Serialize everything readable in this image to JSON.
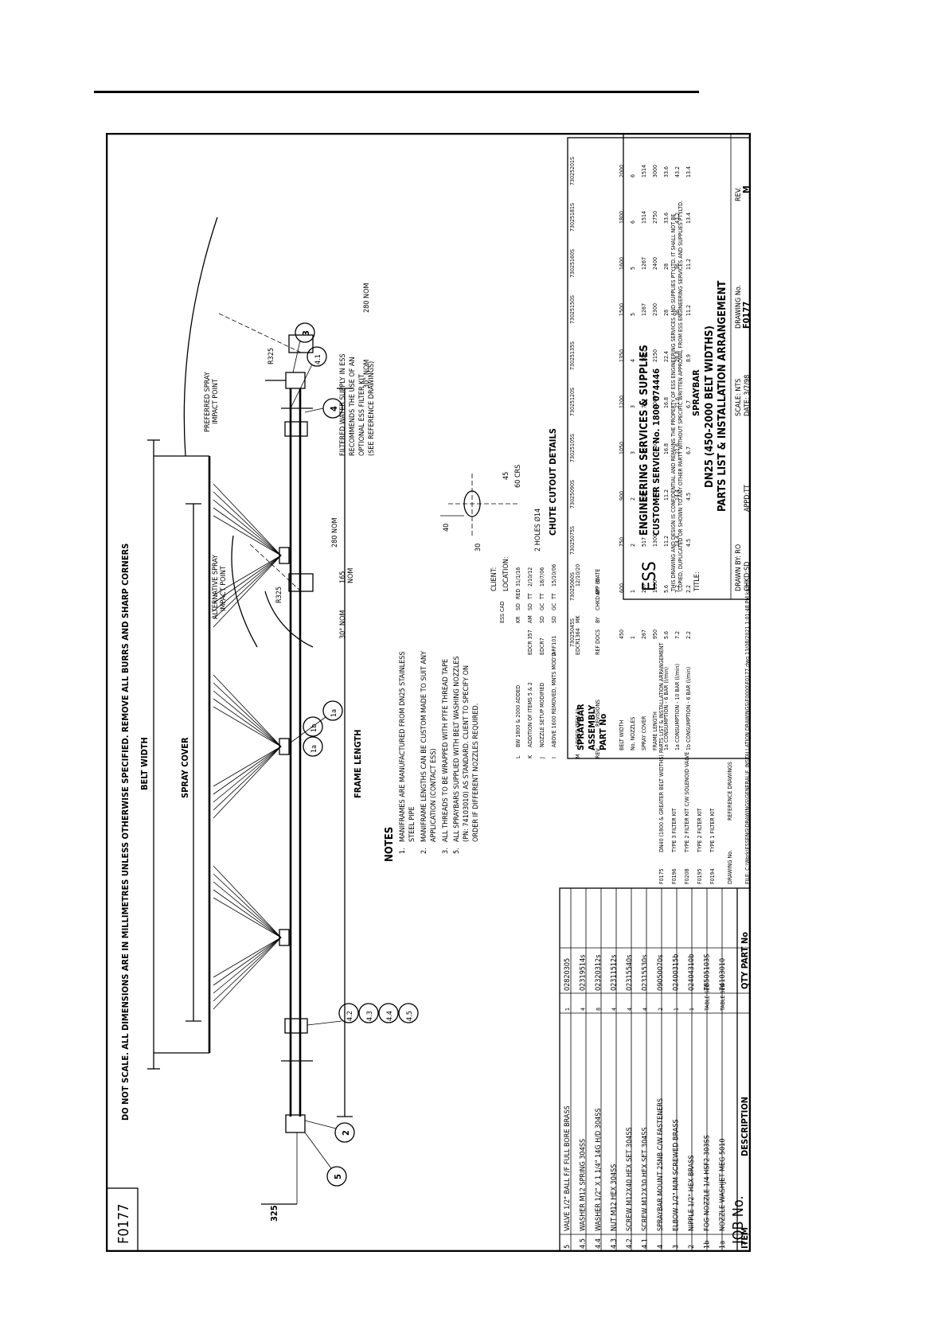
{
  "top_note": "DO NOT SCALE.   ALL DIMENSIONS ARE IN MILLIMETRES UNLESS OTHERWISE SPECIFIED.   REMOVE ALL BURRS AND SHARP CORNERS",
  "drawing_id_box": "F0177",
  "dims": {
    "belt_width": "BELT WIDTH",
    "spray_cover": "SPRAY COVER",
    "frame_length": "FRAME LENGTH",
    "d325": "325"
  },
  "balloons": {
    "b5": "5",
    "b2": "2",
    "b42": "4.2",
    "b43": "4.3",
    "b44": "4.4",
    "b45": "4.5",
    "b1a1": "1a",
    "b1b": "1b",
    "b1a2": "1a",
    "b4": "4",
    "b41": "4.1",
    "b3": "3"
  },
  "filter_note": [
    "FILTERED WATER SUPPLY IN ESS",
    "RECOMMENDS THE USE OF AN",
    "OPTIONAL ESS FILTER KIT",
    "(SEE REFERENCE DRAWINGS)"
  ],
  "notes": {
    "title": "NOTES",
    "items": [
      {
        "n": "1.",
        "lines": [
          "MANIFRAMES ARE MANUFACTURED FROM DN25 STAINLESS",
          "STEEL PIPE"
        ]
      },
      {
        "n": "2.",
        "lines": [
          "MANIFRAME LENGTHS CAN BE CUSTOM MADE TO SUIT ANY",
          "APPLICATION (CONTACT ESS)"
        ]
      },
      {
        "n": "3.",
        "lines": [
          "ALL THREADS TO BE WRAPPED WITH PTFE THREAD TAPE"
        ]
      },
      {
        "n": "5.",
        "lines": [
          "ALL SPRAYBARS SUPPLIED WITH BELT WASHING NOZZLES",
          "(PN: 74103010) AS STANDARD. CLIENT TO SPECIFY ON",
          "ORDER IF DIFFERENT NOZZLES REQUIRED."
        ]
      }
    ]
  },
  "detail_labels": {
    "alt": [
      "ALTERNATIVE SPRAY",
      "IMPACT POINT"
    ],
    "pref": [
      "PREFERRED SPRAY",
      "IMPACT POINT"
    ],
    "r325": "R325",
    "nom30": "30° NOM",
    "nom165": "165",
    "nom165b": "NOM",
    "nom280": "280 NOM",
    "chute": "CHUTE CUTOUT DETAILS",
    "holes": "2 HOLES Ø14",
    "d40": "40",
    "d30": "30",
    "d45": "45",
    "d60": "60 CRS"
  },
  "spraybar_table": {
    "header_lines": [
      "SPRAYBAR",
      "ASSEMBLY",
      "PART No"
    ],
    "part_nos": [
      "73025045S",
      "73025060S",
      "73025075S",
      "73025090S",
      "73025105S",
      "73025120S",
      "73025135S",
      "73025150S",
      "73025160S",
      "73025181S",
      "73025201S"
    ],
    "rows": [
      {
        "label": "BELT WIDTH",
        "values": [
          "450",
          "600",
          "750",
          "900",
          "1050",
          "1200",
          "1350",
          "1500",
          "1600",
          "1800",
          "2000"
        ]
      },
      {
        "label": "No. NOZZLES",
        "values": [
          "1",
          "1",
          "2",
          "2",
          "3",
          "3",
          "4",
          "5",
          "5",
          "6",
          "6"
        ]
      },
      {
        "label": "SPRAY COVER",
        "values": [
          "267",
          "267",
          "517",
          "517",
          "767",
          "767",
          "1017",
          "1267",
          "1267",
          "1514",
          "1514"
        ]
      },
      {
        "label": "FRAME LENGTH",
        "values": [
          "950",
          "1150",
          "1300",
          "1550",
          "1750",
          "2000",
          "2150",
          "2300",
          "2400",
          "2750",
          "3000"
        ]
      },
      {
        "label": "1a CONSUMPTION - 6 BAR (l/min)",
        "values": [
          "5.6",
          "5.6",
          "11.2",
          "11.2",
          "16.8",
          "16.8",
          "22.4",
          "28",
          "28",
          "33.6",
          "33.6"
        ]
      },
      {
        "label": "1a CONSUMPTION - 10 BAR (l/min)",
        "values": [
          "7.2",
          "7.2",
          "14.4",
          "14.4",
          "21.6",
          "21.6",
          "28.8",
          "36",
          "36",
          "43.2",
          "43.2"
        ]
      },
      {
        "label": "1b CONSUMPTION - 6 BAR (l/min)",
        "values": [
          "2.2",
          "2.2",
          "4.5",
          "4.5",
          "6.7",
          "6.7",
          "8.9",
          "11.2",
          "11.2",
          "13.4",
          "13.4"
        ]
      }
    ]
  },
  "parts_list": {
    "items": [
      {
        "item": "5",
        "desc": "VALVE 1/2\" BALL F/F FULL BORE BRASS",
        "qty": "1",
        "part": "02820305"
      },
      {
        "item": "4.5",
        "desc": "WASHER M12 SPRING 304SS",
        "qty": "4",
        "part": "02319514s"
      },
      {
        "item": "4.4",
        "desc": "WASHER 1/2\" X 1 1/4\" 14G H/D 304SS",
        "qty": "8",
        "part": "02320312s"
      },
      {
        "item": "4.3",
        "desc": "NUT M12 HEX 304SS",
        "qty": "4",
        "part": "02311512s"
      },
      {
        "item": "4.2",
        "desc": "SCREW M12X40 HEX SET 304SS",
        "qty": "4",
        "part": "02315540s"
      },
      {
        "item": "4.1",
        "desc": "SCREW M12X30 HEX SET 304SS",
        "qty": "4",
        "part": "02315530s"
      },
      {
        "item": "4",
        "desc": "SPRAYBAR MOUNT 25NB C/W FASTENERS",
        "qty": "2",
        "part": "09050070s"
      },
      {
        "item": "3",
        "desc": "ELBOW 1/2\" M/M SCREWED BRASS",
        "qty": "1",
        "part": "02400315b"
      },
      {
        "item": "2",
        "desc": "NIPPLE 1/2\" HEX BRASS",
        "qty": "1",
        "part": "02404310b"
      },
      {
        "item": "1b",
        "desc": "FOG NOZZLE 1/4 HSF2-303SS",
        "qty": "TABLE SEE",
        "part": "78505103S"
      },
      {
        "item": "1a",
        "desc": "NOZZLE WASHJET MEG 5010",
        "qty": "TABLE SEE",
        "part": "74103010"
      }
    ],
    "header": {
      "item": "ITEM",
      "desc": "DESCRIPTION",
      "qty": "QTY",
      "part": "PART No"
    }
  },
  "ref_drawings": {
    "rows": [
      {
        "no": "F0175",
        "title": "DN40 (1800 & GREATER BELT WIDTHS) PARTS LIST & INSTALLATION ARRANGEMENT"
      },
      {
        "no": "F0196",
        "title": "TYPE 3 FILTER KIT"
      },
      {
        "no": "F0208",
        "title": "TYPE 2 FILTER KIT C/W SOLENOID VALVE"
      },
      {
        "no": "F0195",
        "title": "TYPE 2 FILTER KIT"
      },
      {
        "no": "F0194",
        "title": "TYPE 1 FILTER KIT"
      }
    ],
    "header": {
      "no": "DRAWING No.",
      "title": "REFERENCE DRAWINGS"
    },
    "file": "FILE: C:\\Work\\ESSENG\\DRAWINGS\\GENERAL\\F_INSTALLATION DRAWINGS\\F0000\\F0177.dwg  13/08/2021 1:01:48 PM  kate"
  },
  "job_no": "JOB No.",
  "cad_badge": "ESS CAD",
  "client_label": "CLIENT:",
  "location_label": "LOCATION:",
  "revisions": {
    "rows": [
      {
        "rev": "L",
        "desc": "BW 1800 & 2000 ADDED",
        "ref": "",
        "by": "KR",
        "chkd": "SD",
        "appd": "RED",
        "date": "31/1/16"
      },
      {
        "rev": "K",
        "desc": "ADDITION OF ITEMS 5 & 2",
        "ref": "EDCR 357",
        "by": "AM",
        "chkd": "SD",
        "appd": "TT",
        "date": "2/10/12"
      },
      {
        "rev": "J",
        "desc": "NOZZLE SETUP MODIFIED",
        "ref": "EDCR7",
        "by": "SD",
        "chkd": "GC",
        "appd": "TT",
        "date": "18/7/06"
      },
      {
        "rev": "I",
        "desc": "ABOVE 1600 REMOVED, MNTS MOD'D",
        "ref": "ARF101",
        "by": "SD",
        "chkd": "GC",
        "appd": "TT",
        "date": "15/10/06"
      },
      {
        "rev": "",
        "desc": "",
        "ref": "",
        "by": "",
        "chkd": "",
        "appd": "",
        "date": ""
      },
      {
        "rev": "M",
        "desc": "ADDED ITEM 1b",
        "ref": "EDCR1364",
        "by": "MK",
        "chkd": "",
        "appd": "",
        "date": "12/10/20"
      }
    ],
    "header": {
      "rev": "REV",
      "desc": "REVISIONS",
      "ref": "REF DOCS",
      "by": "BY",
      "chkd": "CHKD BY",
      "appd": "APP BY",
      "date": "DATE"
    }
  },
  "company": {
    "logo": "ESS",
    "name": "ENGINEERING SERVICES & SUPPLIES",
    "service": "CUSTOMER SERVICE No. 1800 074446",
    "confidential1": "THIS DRAWING AND DESIGN IS CONFIDENTIAL AND REMAINS THE PROPERTY OF ESS ENGINEERING SERVICES AND SUPPLIES PTY.LTD. IT SHALL NOT BE",
    "confidential2": "COPIED, DUPLICATED OR SHOWN TO ANY OTHER PARTY WITHOUT SPECIFIC WRITTEN APPROVAL FROM ESS ENGINEERING SERVICES AND SUPPLIES PTY.LTD."
  },
  "title_block": {
    "title_label": "TITLE:",
    "title1": "SPRAYBAR",
    "title2": "DN25 (450-2000 BELT WIDTHS)",
    "title3": "PARTS LIST & INSTALLATION ARRANGEMENT",
    "drawn": "DRAWN  BY:  RO",
    "chkd": "CHKD:SD",
    "appd": "APPD:TT",
    "scale": "SCALE: NTS",
    "date": "DATE: 3/7/98",
    "drawing_no_label": "DRAWING No.",
    "drawing_no": "F0177",
    "rev_label": "REV.",
    "rev": "M"
  }
}
